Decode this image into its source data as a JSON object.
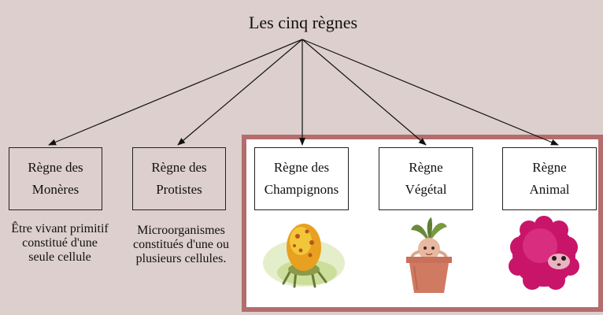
{
  "title": "Les cinq règnes",
  "kingdoms": [
    {
      "line1": "Règne des",
      "line2": "Monères",
      "description": [
        "Être vivant primitif",
        "constitué d'une",
        "seule cellule"
      ]
    },
    {
      "line1": "Règne des",
      "line2": "Protistes",
      "description": [
        "Microorganismes",
        "constitués d'une ou",
        "plusieurs cellules."
      ]
    },
    {
      "line1": "Règne des",
      "line2": "Champignons"
    },
    {
      "line1": "Règne",
      "line2": "Végétal"
    },
    {
      "line1": "Règne",
      "line2": "Animal"
    }
  ],
  "colors": {
    "background": "#dccfcd",
    "highlight_border": "#b46d6d"
  },
  "illustrations": [
    "fungus-creature-illustration",
    "mandrake-plant-pot-illustration",
    "pink-furball-creature-illustration"
  ]
}
